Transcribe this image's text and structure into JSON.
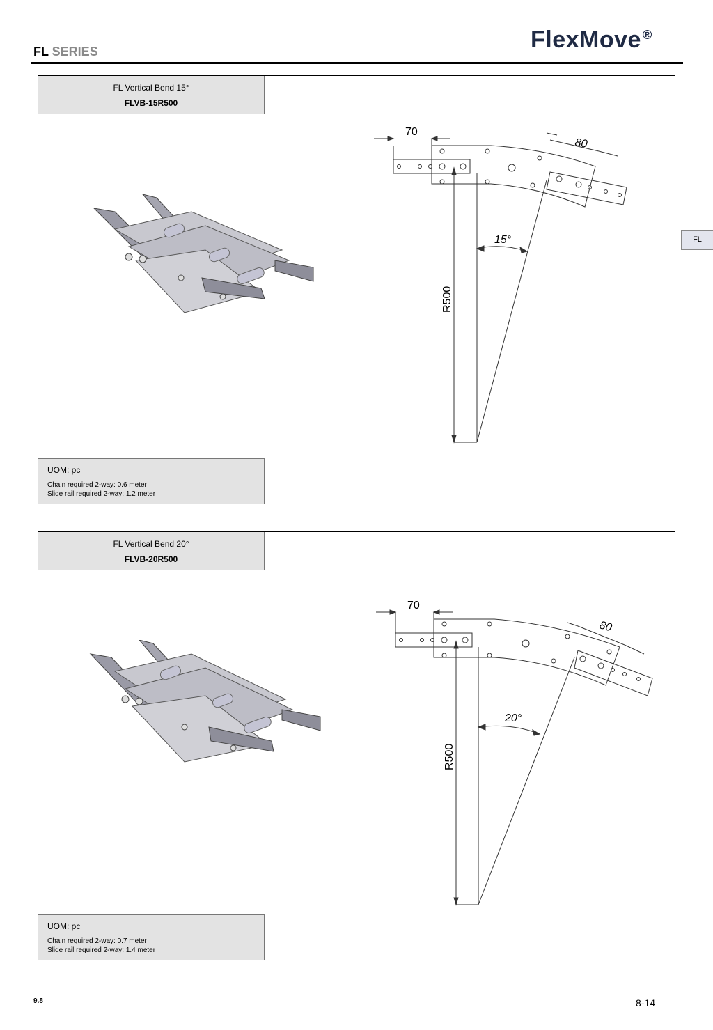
{
  "header": {
    "series_prefix": "FL",
    "series_suffix": " SERIES",
    "logo_text": "FlexMove",
    "logo_mark": "®"
  },
  "side_tab": "FL",
  "products": [
    {
      "title": "FL Vertical Bend 15°",
      "code": "FLVB-15R500",
      "uom": "UOM: pc",
      "chain": "Chain required 2-way: 0.6 meter",
      "slide_rail": "Slide rail required 2-way: 1.2 meter",
      "dim_left": "70",
      "dim_right": "80",
      "angle": "15°",
      "radius": "R500"
    },
    {
      "title": "FL Vertical Bend 20°",
      "code": "FLVB-20R500",
      "uom": "UOM: pc",
      "chain": "Chain required 2-way: 0.7 meter",
      "slide_rail": "Slide rail required 2-way: 1.4 meter",
      "dim_left": "70",
      "dim_right": "80",
      "angle": "20°",
      "radius": "R500"
    }
  ],
  "footer": {
    "left": "9.8",
    "right": "8-14"
  },
  "colors": {
    "panel_fill": "#e3e3e3",
    "logo": "#1f2a44",
    "series_gray": "#8a8a8a"
  }
}
